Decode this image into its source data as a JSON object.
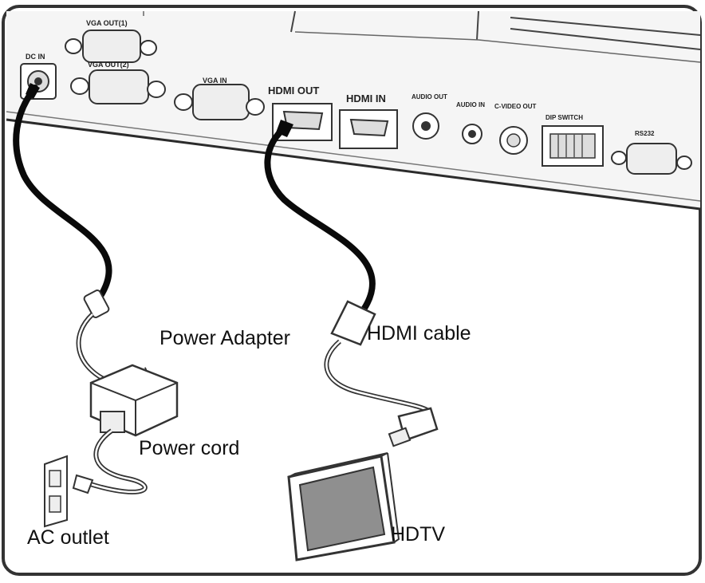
{
  "ports": {
    "dc_in": "DC IN",
    "vga_out": "VGA OUT(1)",
    "vga_out2": "VGA OUT(2)",
    "vga_in": "VGA IN",
    "hdmi_out": "HDMI OUT",
    "hdmi_in": "HDMI IN",
    "audio_out": "AUDIO OUT",
    "audio_in": "AUDIO IN",
    "cvideo_out": "C-VIDEO OUT",
    "dip_switch": "DIP SWITCH",
    "rs232": "RS232"
  },
  "callouts": {
    "power_adapter": "Power Adapter",
    "hdmi_cable": "HDMI cable",
    "power_cord": "Power cord",
    "ac_outlet": "AC outlet",
    "hdtv": "HDTV"
  },
  "colors": {
    "outline": "#2b2b2b",
    "cable": "#0a0a0a",
    "panel": "#f4f4f4",
    "screen": "#8f8f8f"
  }
}
